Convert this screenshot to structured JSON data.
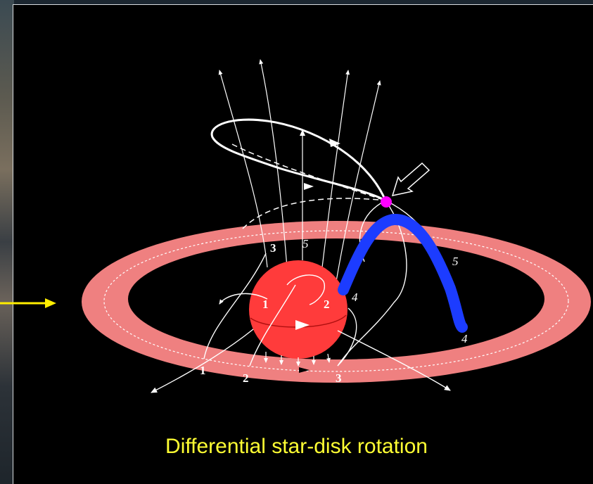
{
  "caption": "Differential star-disk rotation",
  "labels": {
    "disk_1": "1",
    "disk_2": "2",
    "disk_3": "3",
    "disk_4": "4",
    "disk_5": "5",
    "star_1": "1",
    "star_2": "2",
    "star_3": "3",
    "star_4": "4",
    "star_5": "5"
  },
  "colors": {
    "disk": "#ef8080",
    "star": "#ff3b3b",
    "loop": "#1c3cff",
    "reconnection_point": "#ff00ff",
    "pointer_arrow": "#ffee00",
    "caption": "#ffff33"
  }
}
